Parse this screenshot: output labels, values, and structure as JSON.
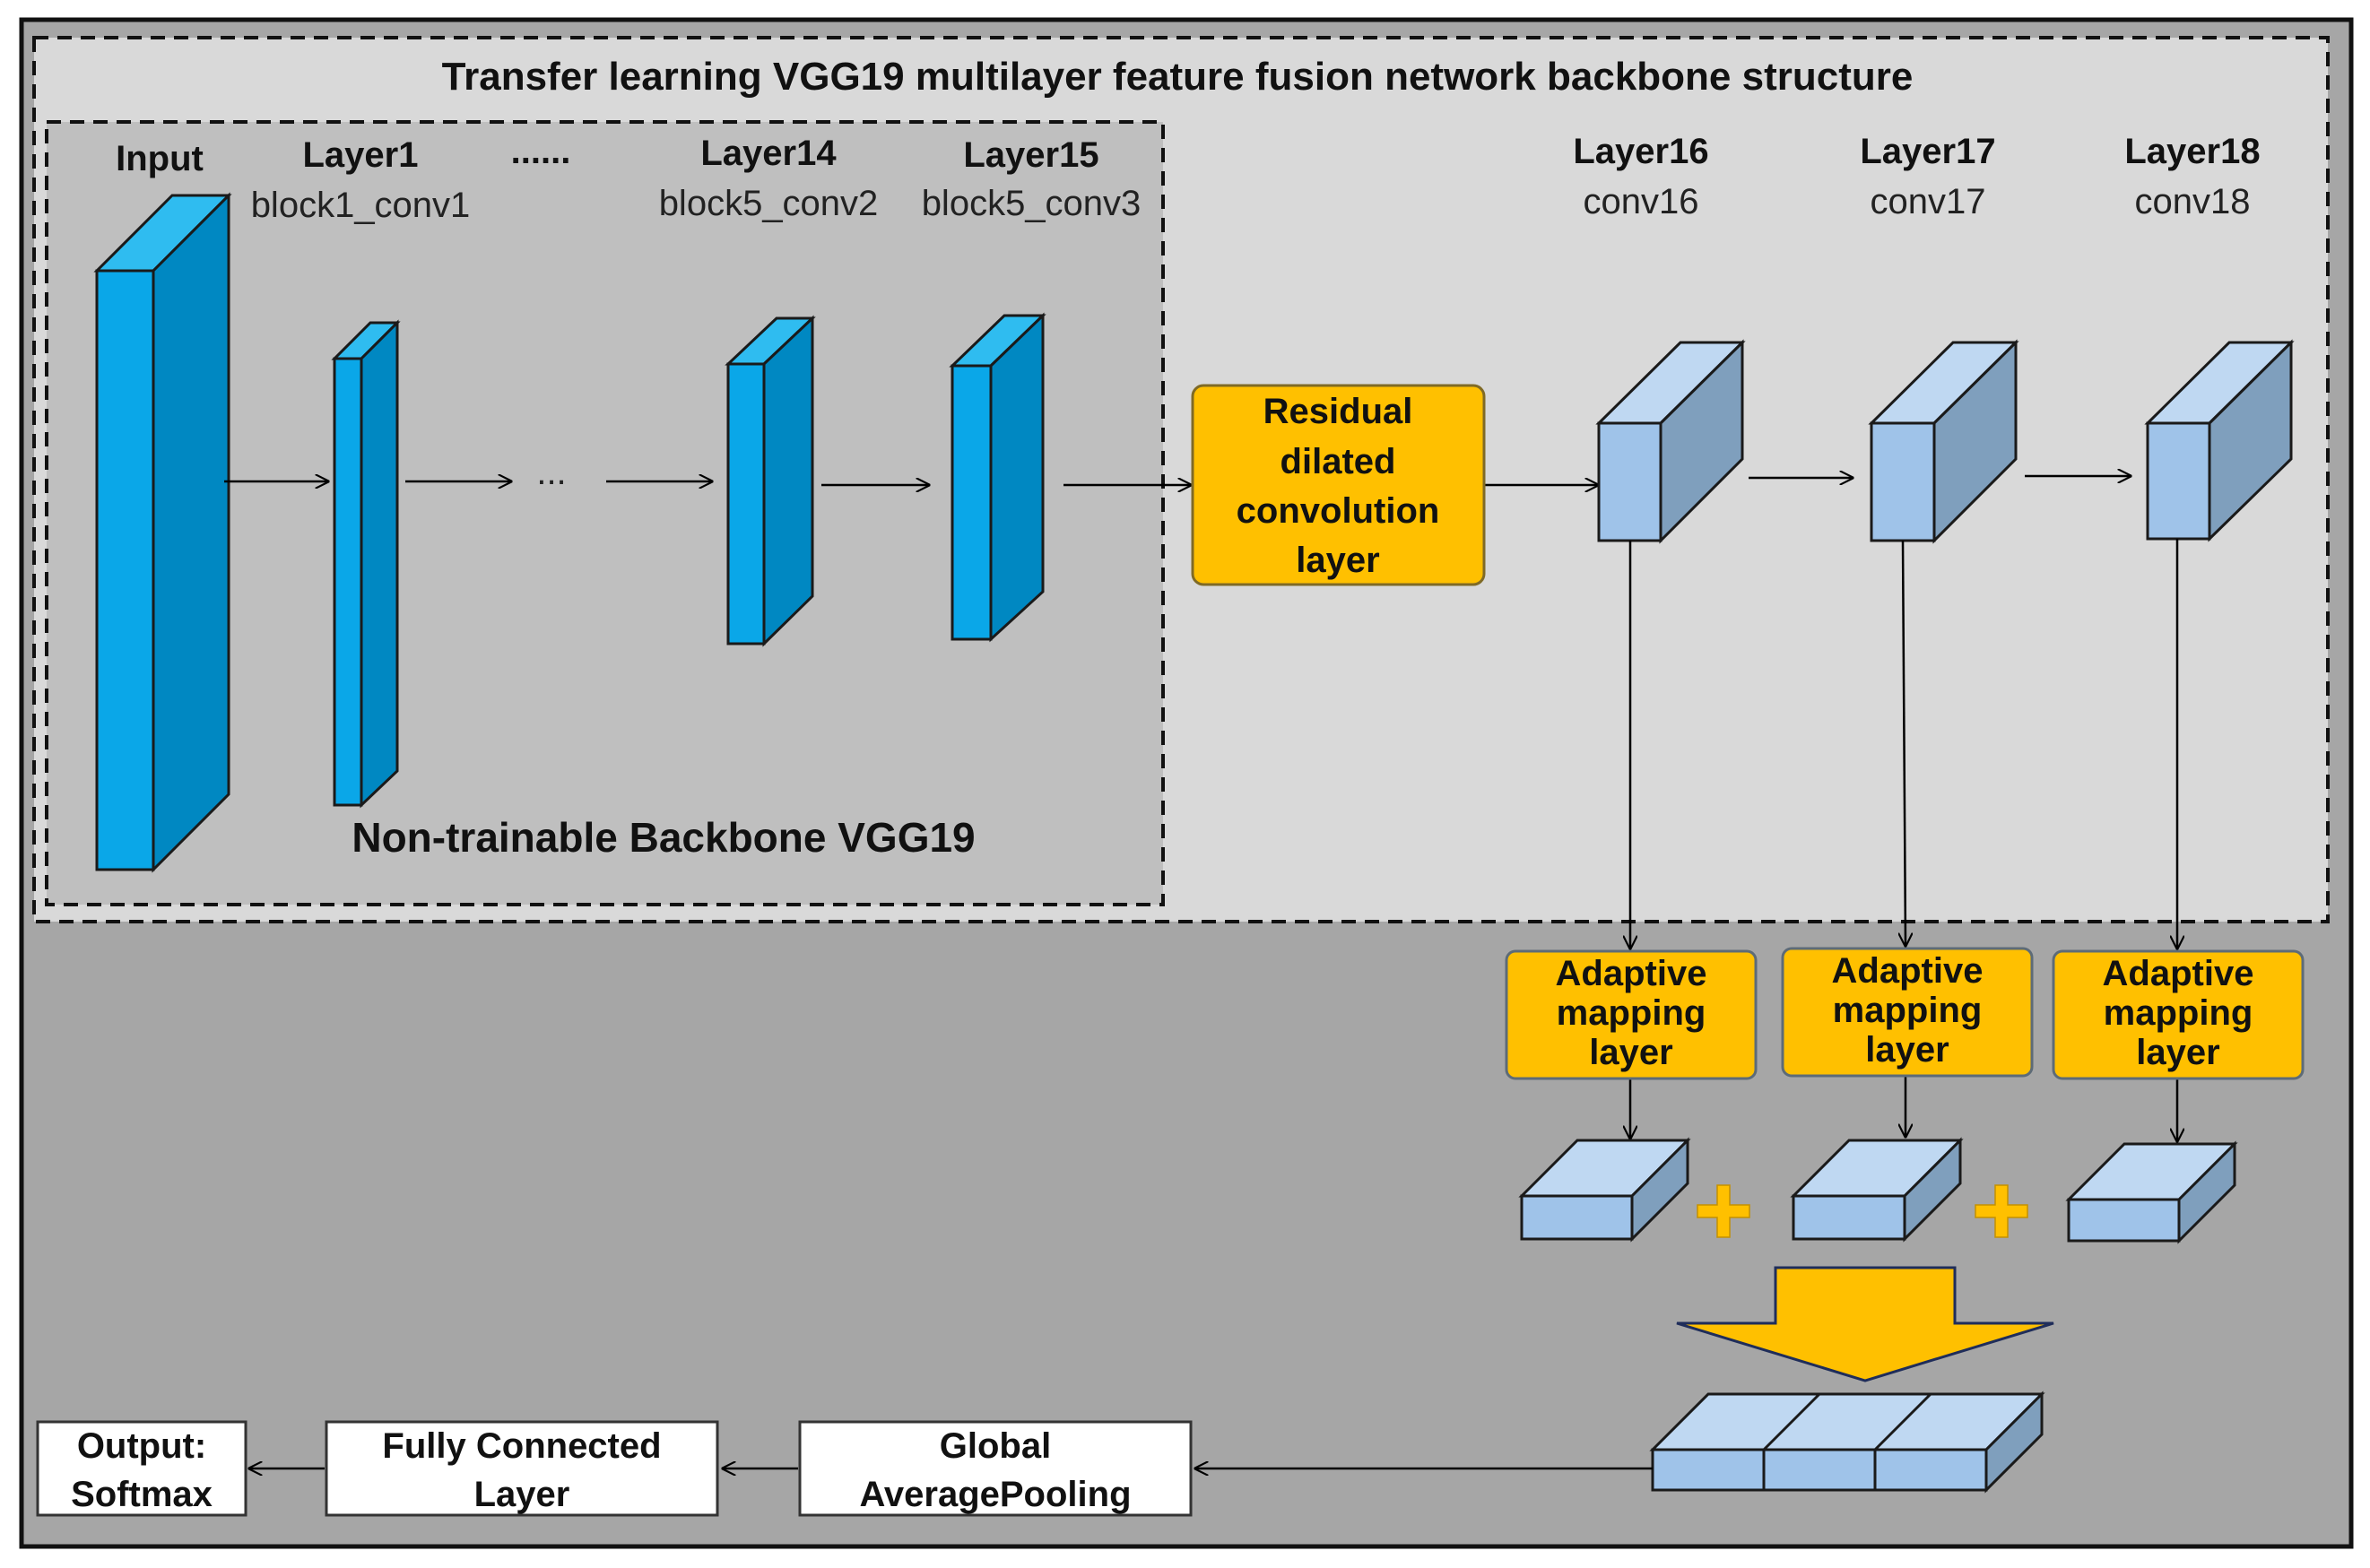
{
  "title": "Transfer learning VGG19 multilayer feature fusion network backbone structure",
  "backbone_label": "Non-trainable Backbone VGG19",
  "layers": [
    {
      "name": "Input",
      "sub": ""
    },
    {
      "name": "Layer1",
      "sub": "block1_conv1"
    },
    {
      "name": "......",
      "sub": ""
    },
    {
      "name": "Layer14",
      "sub": "block5_conv2"
    },
    {
      "name": "Layer15",
      "sub": "block5_conv3"
    },
    {
      "name": "Layer16",
      "sub": "conv16"
    },
    {
      "name": "Layer17",
      "sub": "conv17"
    },
    {
      "name": "Layer18",
      "sub": "conv18"
    }
  ],
  "ellipsis_mid": "...",
  "residual_box": [
    "Residual",
    "dilated",
    "convolution",
    "layer"
  ],
  "adaptive_box": [
    "Adaptive",
    "mapping",
    "layer"
  ],
  "gap_box": [
    "Global",
    "AveragePooling"
  ],
  "fc_box": [
    "Fully Connected",
    "Layer"
  ],
  "output_box": [
    "Output:",
    "Softmax"
  ],
  "colors": {
    "layer_blue": "#0aa7e8",
    "layer_blue_dark": "#0088c2",
    "feature_blue": "#9fc3e9",
    "orange": "#ffc000",
    "outer_bg": "#a6a6a6",
    "top_bg": "#d9d9d9",
    "backbone_bg": "#bfbfbf"
  }
}
